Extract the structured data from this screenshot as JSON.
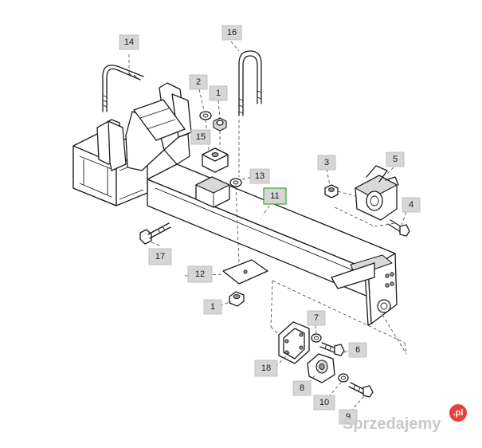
{
  "callouts": {
    "c14": "14",
    "c16": "16",
    "c2": "2",
    "c1_top": "1",
    "c15": "15",
    "c13": "13",
    "c11": "11",
    "c3": "3",
    "c5": "5",
    "c4": "4",
    "c17": "17",
    "c12": "12",
    "c1_bottom": "1",
    "c7": "7",
    "c6": "6",
    "c18": "18",
    "c8": "8",
    "c10": "10",
    "c9": "9"
  },
  "highlight_color": "#3cb043",
  "watermark": {
    "text": "Sprzedajemy",
    "badge": ".pl",
    "badge_color": "#e8403a"
  }
}
